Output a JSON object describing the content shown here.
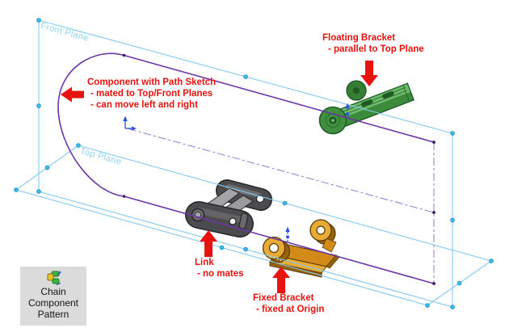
{
  "planes": {
    "front": "Front Plane",
    "top": "Top Plane"
  },
  "annotations": {
    "floating_bracket": {
      "title": "Floating Bracket",
      "note": "- parallel to Top Plane"
    },
    "path_component": {
      "title": "Component with Path Sketch",
      "note1": "- mated to Top/Front Planes",
      "note2": "- can move left and right"
    },
    "link": {
      "title": "Link",
      "note": "- no mates"
    },
    "fixed_bracket": {
      "title": "Fixed Bracket",
      "note": "- fixed at Origin"
    }
  },
  "button": {
    "line1": "Chain",
    "line2": "Component",
    "line3": "Pattern",
    "icon": "chain-component-pattern-icon"
  },
  "components": [
    {
      "name": "floating-bracket",
      "color": "#4ea04e"
    },
    {
      "name": "chain-link",
      "color": "#4c4c4e"
    },
    {
      "name": "fixed-bracket",
      "color": "#d28a18"
    }
  ],
  "colors": {
    "annotation_red": "#e8120f",
    "plane_edge": "#85c9f2",
    "plane_label": "#8fd2f7",
    "vertex_handle": "#41c3f0",
    "vertex_handle_rim": "#1a8fd1",
    "sketch_line": "#6d36a8",
    "sketch_point": "#3f1578",
    "construction_line": "#9c87d8",
    "origin_triad": "#2b4fe0",
    "button_bg": "#dbdbdb"
  }
}
